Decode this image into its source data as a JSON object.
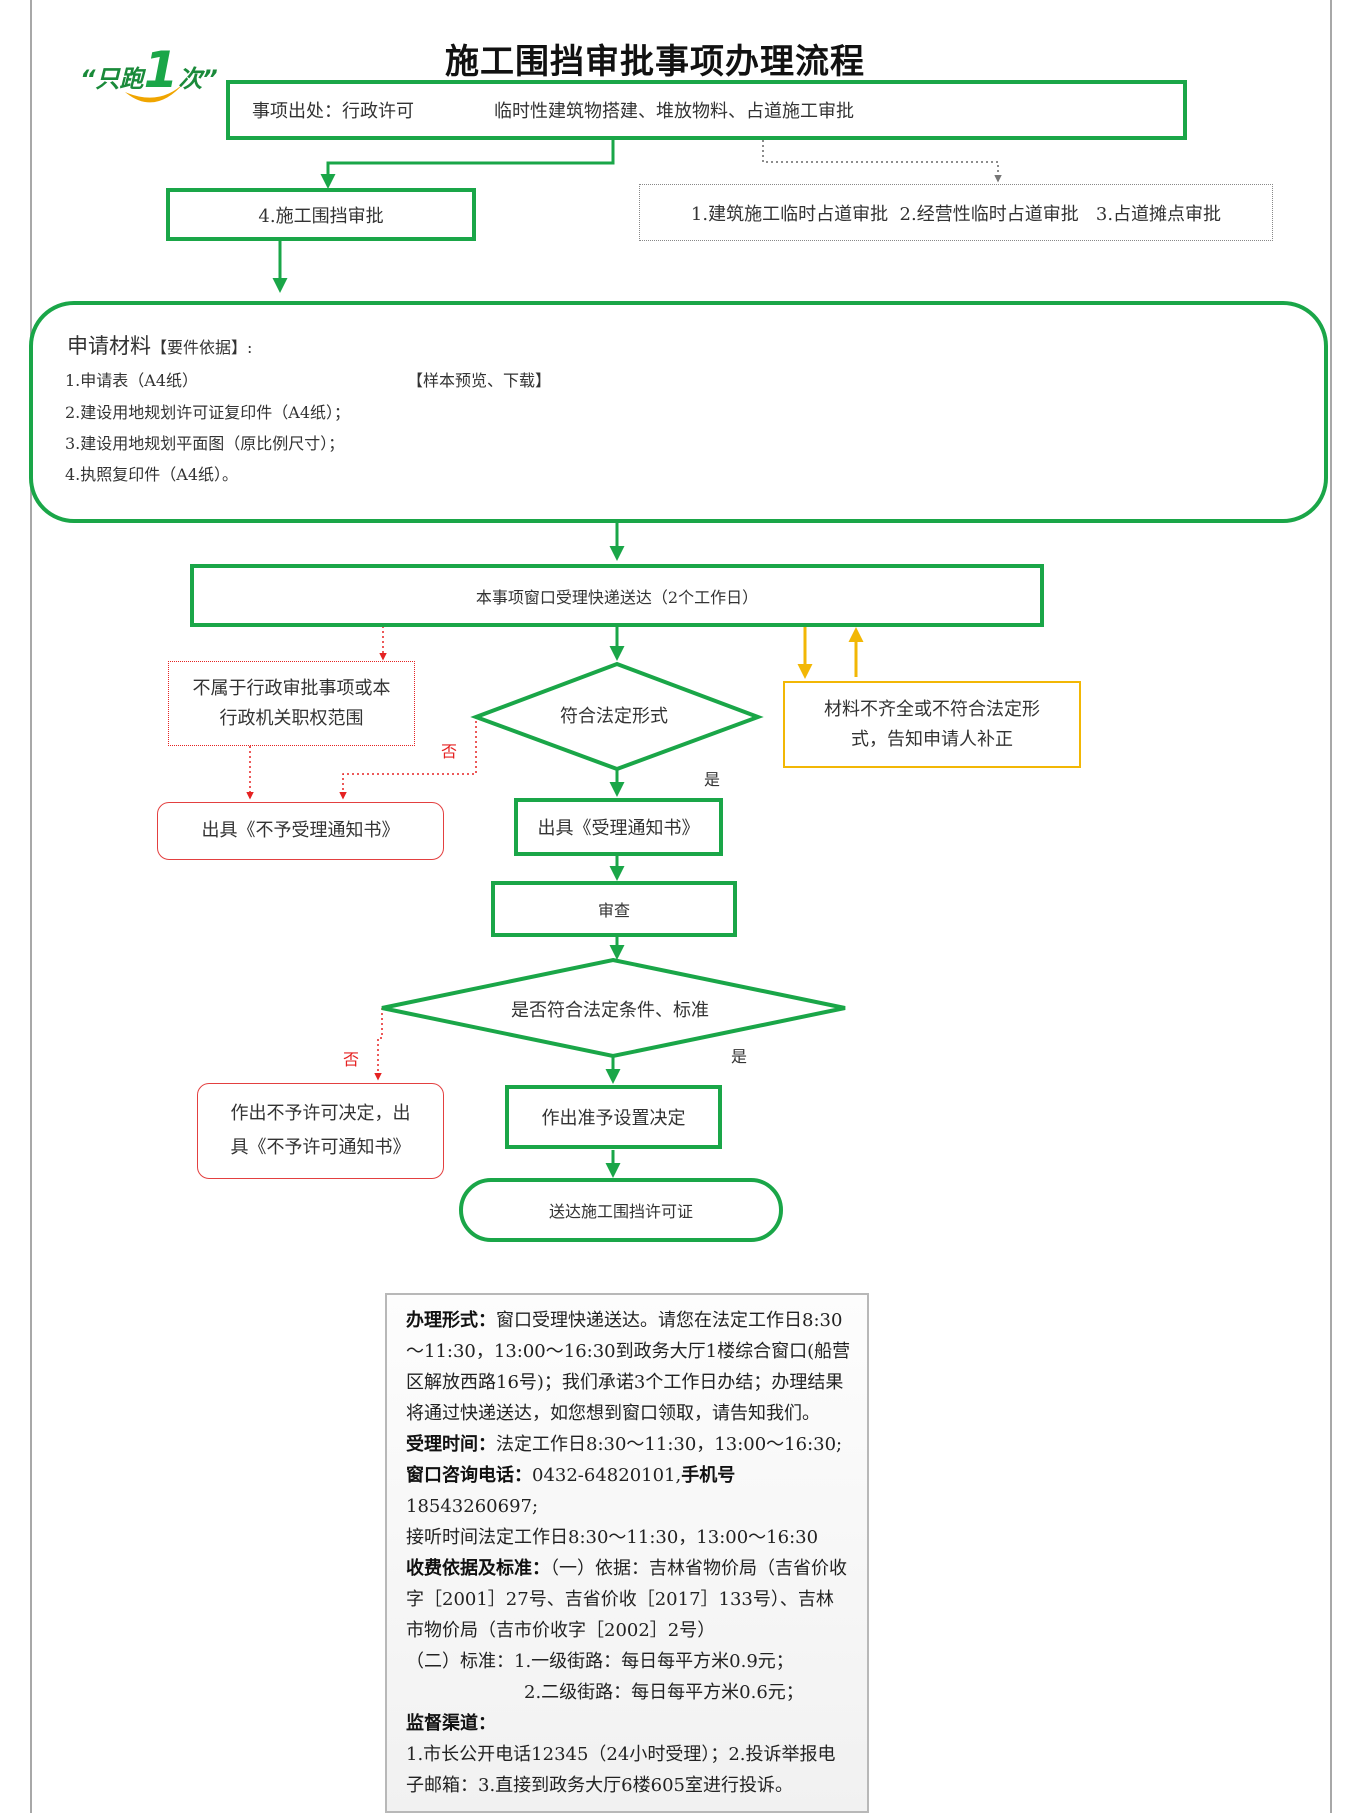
{
  "logo": {
    "text_before": "“只跑",
    "digit": "1",
    "text_after": "次”"
  },
  "title": "施工围挡审批事项办理流程",
  "source": {
    "label": "事项出处：行政许可",
    "scope": "临时性建筑物搭建、堆放物料、占道施工审批"
  },
  "related_items": "1.建筑施工临时占道审批  2.经营性临时占道审批   3.占道摊点审批",
  "item_box": "4.施工围挡审批",
  "materials": {
    "heading": "申请材料",
    "heading_suffix": "【要件依据】:",
    "sample_link": "【样本预览、下载】",
    "items": [
      "1.申请表（A4纸）",
      "2.建设用地规划许可证复印件（A4纸）；",
      "3.建设用地规划平面图（原比例尺寸）；",
      "4.执照复印件（A4纸）。"
    ]
  },
  "flow": {
    "accept": "本事项窗口受理快递送达（2个工作日）",
    "not_in_scope": [
      "不属于行政审批事项或本",
      "行政机关职权范围"
    ],
    "check_form": "符合法定形式",
    "incomplete": [
      "材料不齐全或不符合法定形",
      "式，告知申请人补正"
    ],
    "no_label_1": "否",
    "yes_label_1": "是",
    "reject_notice": "出具《不予受理通知书》",
    "accept_notice": "出具《受理通知书》",
    "review": "审查",
    "check_conditions": "是否符合法定条件、标准",
    "no_label_2": "否",
    "yes_label_2": "是",
    "deny_decision": [
      "作出不予许可决定，出",
      "具《不予许可通知书》"
    ],
    "grant_decision": "作出准予设置决定",
    "deliver": "送达施工围挡许可证"
  },
  "info": {
    "method_label": "办理形式：",
    "method_text": "窗口受理快递送达。请您在法定工作日8:30～11:30，13:00～16:30到政务大厅1楼综合窗口(船营区解放西路16号)；我们承诺3个工作日办结；办理结果将通过快递送达，如您想到窗口领取，请告知我们。",
    "hours_label": "受理时间：",
    "hours_text": "法定工作日8:30～11:30，13:00～16:30;",
    "phone_label": "窗口咨询电话：",
    "phone_text": "0432-64820101,",
    "mobile_label": "手机号",
    "mobile_text": "18543260697;",
    "answer_text": "接听时间法定工作日8:30～11:30，13:00～16:30",
    "fee_label": "收费依据及标准：",
    "fee_basis": "（一）依据：吉林省物价局（吉省价收字［2001］27号、吉省价收［2017］133号）、吉林市物价局（吉市价收字［2002］2号）",
    "fee_standard_1": "（二）标准：1.一级街路：每日每平方米0.9元；",
    "fee_standard_2": "2.二级街路：每日每平方米0.6元；",
    "supervise_label": "监督渠道：",
    "supervise_text": "1.市长公开电话12345（24小时受理）；2.投诉举报电子邮箱：3.直接到政务大厅6楼605室进行投诉。"
  }
}
